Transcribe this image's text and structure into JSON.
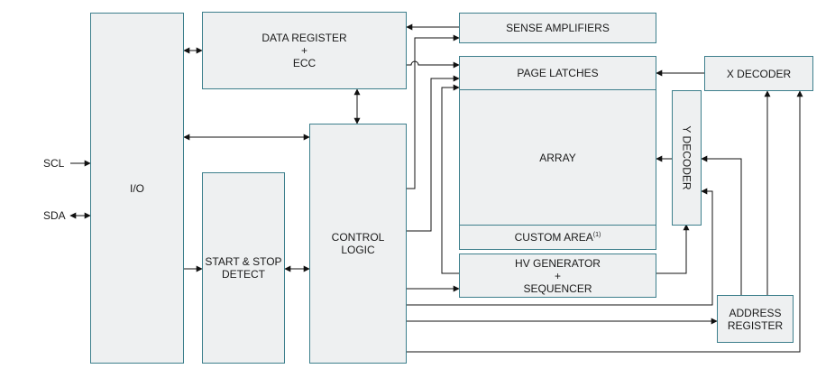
{
  "blocks": {
    "io": "I/O",
    "data_register": [
      "DATA REGISTER",
      "+",
      "ECC"
    ],
    "sense_amplifiers": "SENSE AMPLIFIERS",
    "page_latches": "PAGE LATCHES",
    "x_decoder": "X DECODER",
    "array": "ARRAY",
    "custom_area": "CUSTOM AREA",
    "custom_area_note": "(1)",
    "y_decoder": "Y DECODER",
    "start_stop_detect": [
      "START & STOP",
      "DETECT"
    ],
    "control_logic": [
      "CONTROL",
      "LOGIC"
    ],
    "hv_generator": [
      "HV GENERATOR",
      "+",
      "SEQUENCER"
    ],
    "address_register": [
      "ADDRESS",
      "REGISTER"
    ]
  },
  "pins": {
    "scl": "SCL",
    "sda": "SDA"
  },
  "colors": {
    "block_fill": "#eef0f1",
    "block_border": "#3d7f8c",
    "wire": "#111111"
  }
}
